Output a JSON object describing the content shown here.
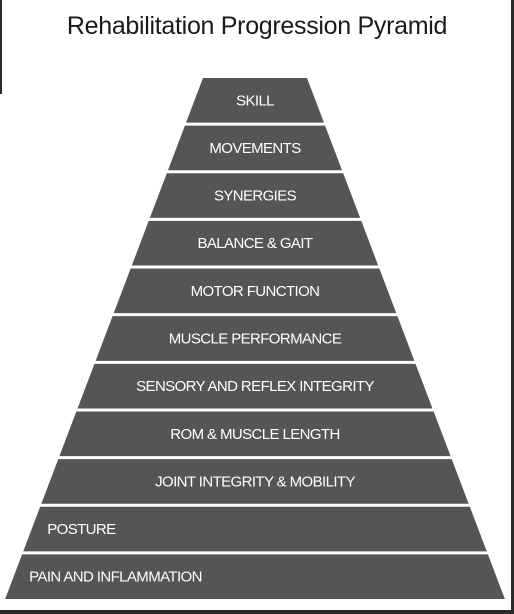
{
  "title": "Rehabilitation Progression Pyramid",
  "colors": {
    "tier_fill": "#555555",
    "tier_text": "#ffffff",
    "background": "#ffffff"
  },
  "tiers": [
    {
      "label": "SKILL"
    },
    {
      "label": "MOVEMENTS"
    },
    {
      "label": "SYNERGIES"
    },
    {
      "label": "BALANCE & GAIT"
    },
    {
      "label": "MOTOR FUNCTION"
    },
    {
      "label": "MUSCLE PERFORMANCE"
    },
    {
      "label": "SENSORY AND REFLEX INTEGRITY"
    },
    {
      "label": "ROM & MUSCLE LENGTH"
    },
    {
      "label": "JOINT INTEGRITY & MOBILITY"
    },
    {
      "label": "POSTURE"
    },
    {
      "label": "PAIN AND INFLAMMATION"
    }
  ]
}
